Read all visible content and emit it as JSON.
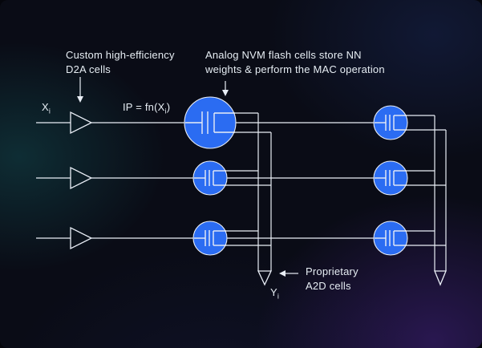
{
  "diagram": {
    "annotations": {
      "d2a": {
        "line1": "Custom high-efficiency",
        "line2": "D2A cells"
      },
      "nvm": {
        "line1": "Analog NVM flash cells store NN",
        "line2": "weights & perform the MAC operation"
      },
      "a2d": {
        "line1": "Proprietary",
        "line2": "A2D cells"
      }
    },
    "labels": {
      "input": {
        "base": "X",
        "sub": "i"
      },
      "transfer": {
        "pre": "IP = fn(X",
        "sub": "i",
        "post": ")"
      },
      "output": {
        "base": "Y",
        "sub": "i"
      }
    },
    "colors": {
      "background": "#0a0c16",
      "line": "#e9eef6",
      "cell_fill": "#2b6cf2",
      "text": "#e6edf3",
      "glow_teal": "#187a7a",
      "glow_purple": "#5c2aaf"
    },
    "structure": {
      "rows": 3,
      "nvm_cell_columns": 2,
      "d2a_cells": 3,
      "a2d_cells": 2
    }
  }
}
